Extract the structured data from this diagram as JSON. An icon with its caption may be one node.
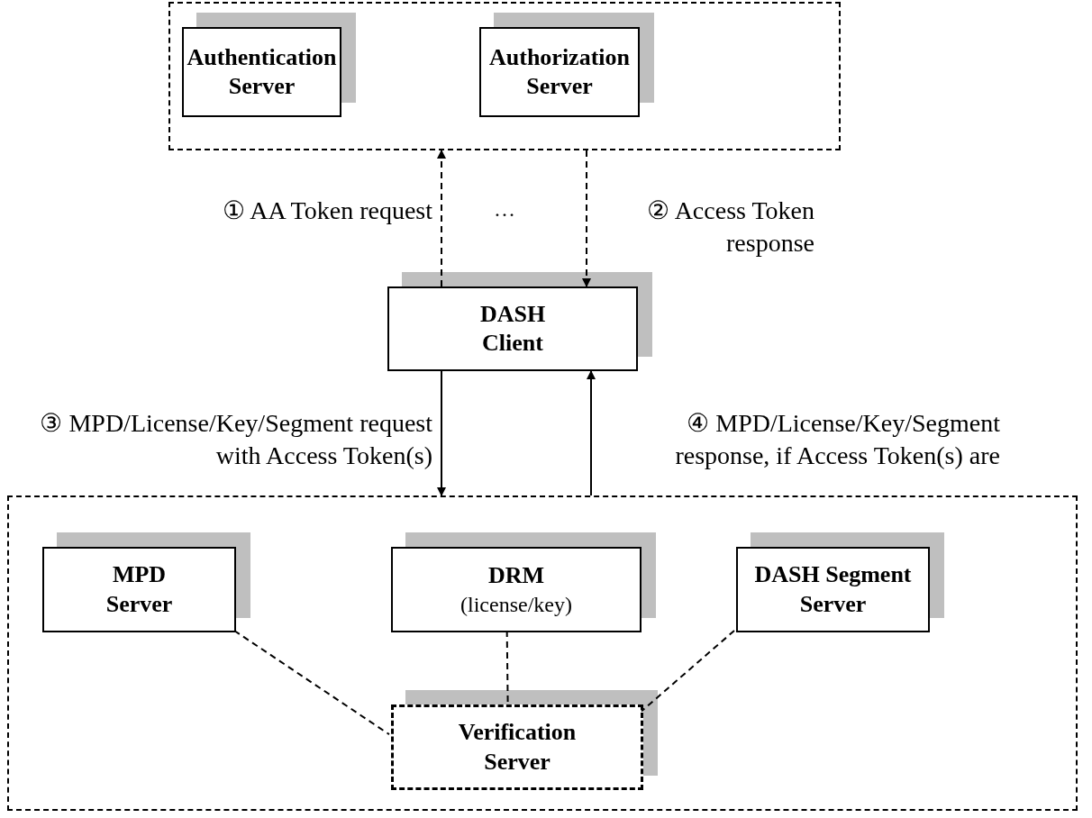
{
  "diagram": {
    "nodes": [
      {
        "text": [],
        "shape": "box"
      },
      {
        "text": [
          "Authentication Server"
        ],
        "in": 0
      },
      {
        "text": [
          "Authorization Server"
        ],
        "in": 0
      },
      {
        "text": [
          "DASH Client"
        ]
      },
      {
        "text": [],
        "shape": "box"
      },
      {
        "text": [
          "MPD Server"
        ],
        "in": 4
      },
      {
        "text": [
          "DRM",
          "(license/key)"
        ],
        "in": 4
      },
      {
        "text": [
          "DASH Segment Server"
        ],
        "in": 4
      },
      {
        "text": [
          "Verification Server"
        ],
        "in": 4
      }
    ],
    "edges": [
      {
        "from": 3,
        "to": 0,
        "arrow": "to",
        "style": "dashed",
        "label": "① AA Token request"
      },
      {
        "from": 0,
        "to": 3,
        "arrow": "to",
        "style": "dashed",
        "label": "② Access Token response"
      },
      {
        "from": 3,
        "to": 4,
        "arrow": "to",
        "label": "③ MPD/License/Key/Segment request with Access Token(s)"
      },
      {
        "from": 4,
        "to": 3,
        "arrow": "to",
        "label": "④ MPD/License/Key/Segment response, if Access Token(s) are"
      },
      {
        "from": 5,
        "to": 8,
        "arrow": "none",
        "style": "dashed"
      },
      {
        "from": 6,
        "to": 8,
        "arrow": "none",
        "style": "dashed"
      },
      {
        "from": 7,
        "to": 8,
        "arrow": "none",
        "style": "dashed"
      }
    ],
    "labels": [
      "…"
    ]
  }
}
